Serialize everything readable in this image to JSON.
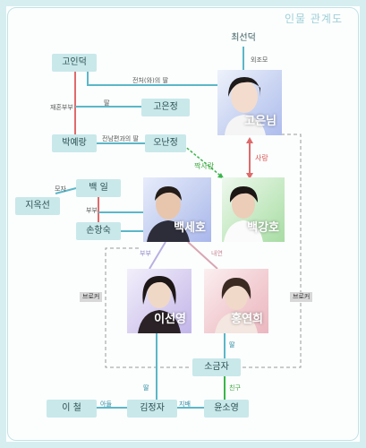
{
  "title": "인물 관계도",
  "colors": {
    "box": "#c9e8ea",
    "red": "#e06a6a",
    "green": "#39b54a",
    "teal": "#5bb7c8",
    "pink": "#d9a5b3",
    "lilac": "#b8b0e0",
    "dash": "#999999"
  },
  "people": {
    "choi_sundeok": "최선덕",
    "go_indeok": "고인덕",
    "go_eunjeong": "고은정",
    "park_yerang": "박예랑",
    "oh_nanjeong": "오난정",
    "baek_il": "백 일",
    "ji_oksun": "지옥선",
    "son_hangsuk": "손항숙",
    "so_geumja": "소금자",
    "kim_jeongja": "김정자",
    "lee_cheol": "이 철",
    "yun_soyeong": "윤소영"
  },
  "photos": {
    "go_eunnim": "고은님",
    "baek_seho": "백세호",
    "baek_gangho": "백강호",
    "lee_seonyeong": "이선영",
    "hong_yeonhui": "홍연희"
  },
  "relations": {
    "grandmother": "외조모",
    "first_wife_daughter": "전처(와)의 딸",
    "divorced": "재혼부부",
    "daughter": "딸",
    "husband_daughter": "전남편과의 딸",
    "crush": "짝사랑",
    "love": "사랑",
    "mother_son": "모자",
    "couple": "부부",
    "lover": "내연",
    "broker_left": "브로커",
    "broker_right": "브로커",
    "daughter2": "딸",
    "daughter3": "딸",
    "friend": "친구",
    "son": "아들",
    "nephew": "지배"
  }
}
